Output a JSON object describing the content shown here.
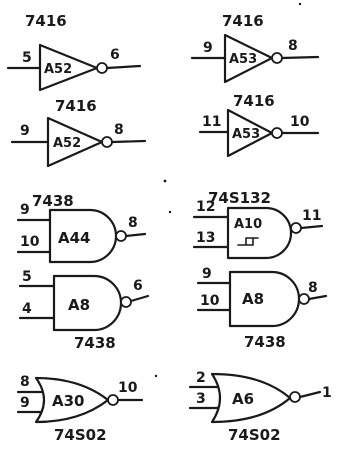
{
  "gates": [
    {
      "id": "g1",
      "kind": "inverter",
      "part": "7416",
      "label": "A52",
      "pins_in": [
        "5"
      ],
      "pin_out": "6"
    },
    {
      "id": "g2",
      "kind": "inverter",
      "part": "7416",
      "label": "A53",
      "pins_in": [
        "9"
      ],
      "pin_out": "8"
    },
    {
      "id": "g3",
      "kind": "inverter",
      "part": "7416",
      "label": "A52",
      "pins_in": [
        "9"
      ],
      "pin_out": "8"
    },
    {
      "id": "g4",
      "kind": "inverter",
      "part": "7416",
      "label": "A53",
      "pins_in": [
        "11"
      ],
      "pin_out": "10"
    },
    {
      "id": "g5",
      "kind": "nand",
      "part": "7438",
      "label": "A44",
      "pins_in": [
        "9",
        "10"
      ],
      "pin_out": "8"
    },
    {
      "id": "g6",
      "kind": "nand-schmitt",
      "part": "74S132",
      "label": "A10",
      "pins_in": [
        "12",
        "13"
      ],
      "pin_out": "11"
    },
    {
      "id": "g7",
      "kind": "nand",
      "part": "7438",
      "label": "A8",
      "pins_in": [
        "5",
        "4"
      ],
      "pin_out": "6"
    },
    {
      "id": "g8",
      "kind": "nand",
      "part": "7438",
      "label": "A8",
      "pins_in": [
        "9",
        "10"
      ],
      "pin_out": "8"
    },
    {
      "id": "g9",
      "kind": "nor",
      "part": "74S02",
      "label": "A30",
      "pins_in": [
        "8",
        "9"
      ],
      "pin_out": "10"
    },
    {
      "id": "g10",
      "kind": "nor",
      "part": "74S02",
      "label": "A6",
      "pins_in": [
        "2",
        "3"
      ],
      "pin_out": "1"
    }
  ]
}
